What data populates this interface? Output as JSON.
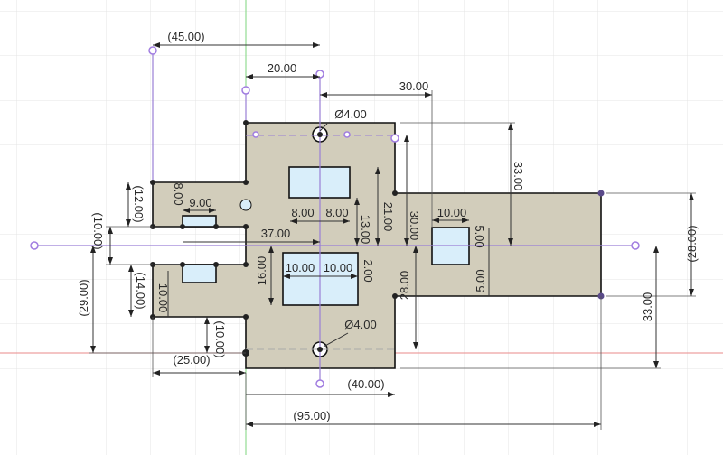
{
  "colors": {
    "profile_fill": "#d2cdbb",
    "hole_fill": "#d9eefa",
    "construction": "#9a7fd6",
    "x_axis": "#e88a8a",
    "y_axis": "#7ed67e",
    "grid": "#e6e6e6"
  },
  "dimensions": {
    "d45": "(45.00)",
    "d20": "20.00",
    "d30top": "30.00",
    "dia_top": "Ø4.00",
    "d33top": "33.00",
    "d28right": "(28.00)",
    "d33right": "33.00",
    "d21": "21.00",
    "d30v": "30.00",
    "d13": "13.00",
    "d2": "2.00",
    "d28v": "28.00",
    "d10tab": "10.00",
    "d5a": "5.00",
    "d5b": "5.00",
    "d8a": "8.00",
    "d8b": "8.00",
    "d37": "37.00",
    "d16": "16.00",
    "d10a": "10.00",
    "d10b": "10.00",
    "dia_bottom": "Ø4.00",
    "d40": "(40.00)",
    "d95": "(95.00)",
    "d25": "(25.00)",
    "d10bottom": "(10.00)",
    "d29": "(29.00)",
    "d14": "(14.00)",
    "d10left": "10.00",
    "d10gap": "(10.00)",
    "d12": "(12.00)",
    "d8left": "8.00",
    "d9": "9.00"
  }
}
